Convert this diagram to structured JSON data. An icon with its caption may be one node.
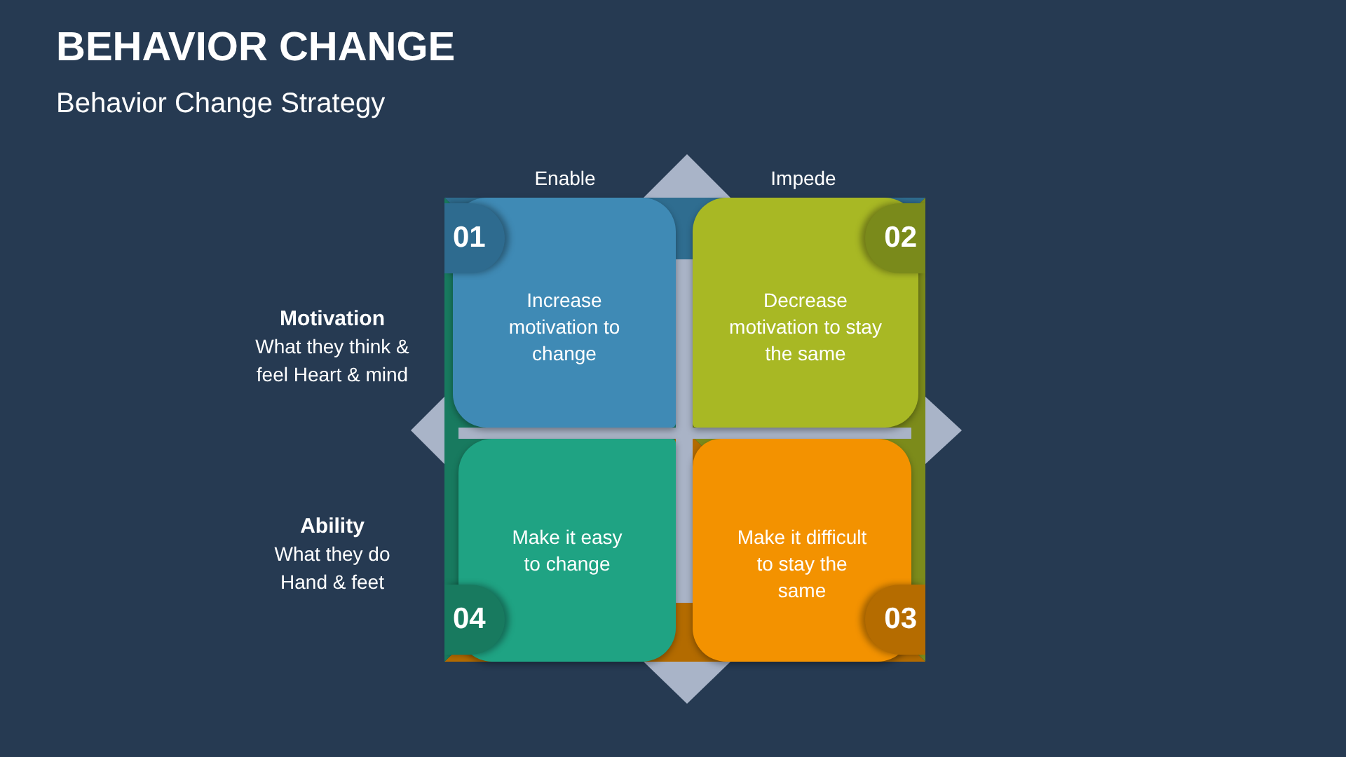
{
  "diagram": {
    "title": "BEHAVIOR CHANGE",
    "nodes": [
      {
        "text": [
          "01"
        ]
      },
      {
        "text": [
          "Increase motivation to change"
        ]
      },
      {
        "text": [
          "02"
        ]
      },
      {
        "text": [
          "Decrease motivation to stay the same"
        ]
      },
      {
        "text": [
          "Make it easy to change"
        ]
      },
      {
        "text": [
          "Make it difficult to stay the same"
        ]
      },
      {
        "text": [
          "04"
        ]
      },
      {
        "text": [
          "03"
        ]
      }
    ],
    "labels": [
      "Behavior Change Strategy",
      "Enable",
      "Impede",
      "Motivation",
      "What they think & feel Heart & mind",
      "Ability",
      "What they do Hand & feet"
    ]
  }
}
